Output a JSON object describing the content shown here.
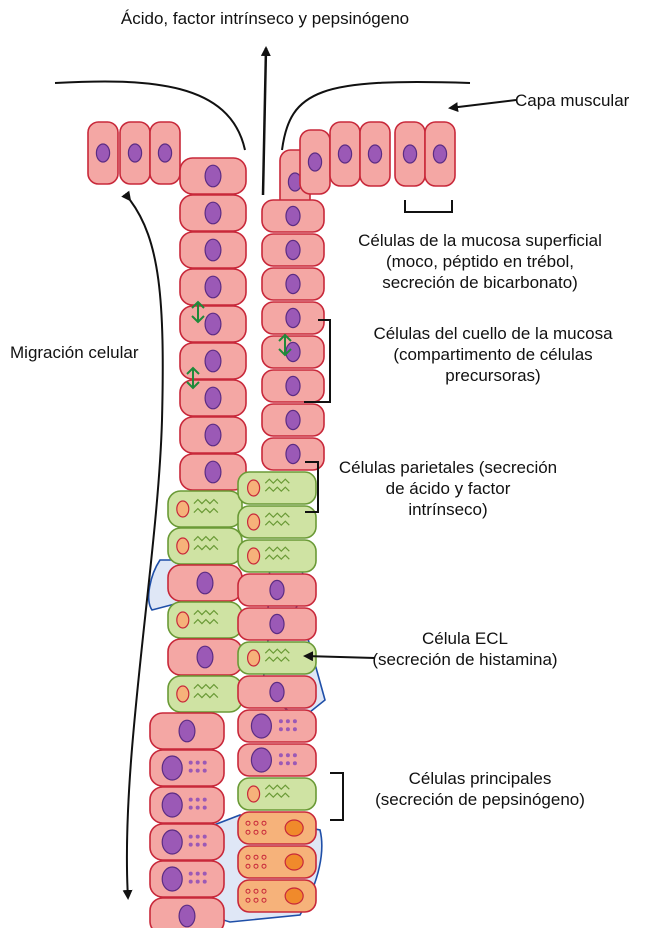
{
  "labels": {
    "top": "Ácido, factor intrínseco y pepsinógeno",
    "capa_muscular": "Capa muscular",
    "superficial": [
      "Células de la mucosa superficial",
      "(moco, péptido en trébol,",
      "secreción de bicarbonato)"
    ],
    "cuello": [
      "Células del cuello de la mucosa",
      "(compartimento de células",
      "precursoras)"
    ],
    "parietales": [
      "Células parietales (secreción",
      "de ácido y factor",
      "intrínseco)"
    ],
    "ecl": [
      "Célula ECL",
      "(secreción de histamina)"
    ],
    "principales": [
      "Células principales",
      "(secreción de pepsinógeno)"
    ],
    "migracion": "Migración celular"
  },
  "colors": {
    "mucous_cell": "#f4a7a4",
    "cell_outline": "#c8283a",
    "nucleus": "#9b59b6",
    "parietal_cell": "#cfe3a3",
    "parietal_outline": "#6a9a36",
    "chief_cell": "#f6b27a",
    "chief_nucleus": "#f08a2b",
    "ecl_stroma": "#1f4fa8",
    "mitosis_arrow": "#1f8a3a"
  },
  "icons": [
    "arrow-up-icon",
    "mitosis-arrow-icon",
    "bracket-icon"
  ]
}
